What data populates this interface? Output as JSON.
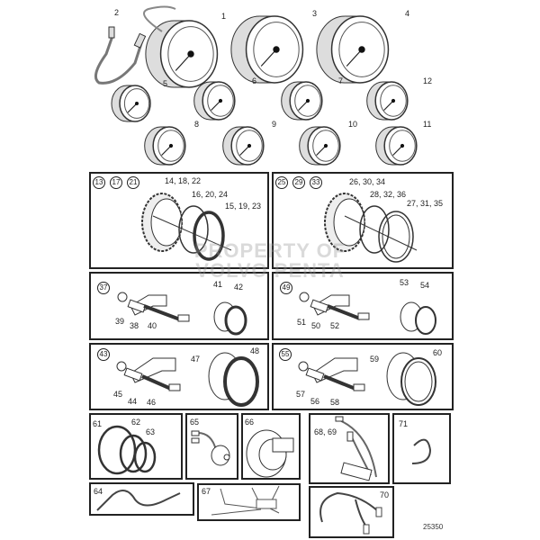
{
  "title": "Instruments exploded parts diagram",
  "gauges": {
    "1": "1",
    "2": "2",
    "3": "3",
    "4": "4",
    "5": "5",
    "6": "6",
    "7": "7",
    "8": "8",
    "9": "9",
    "10": "10",
    "11": "11",
    "12": "12"
  },
  "boxes": {
    "bezel_a": {
      "groups": [
        "13",
        "17",
        "21"
      ],
      "parts": [
        "14, 18, 22",
        "16, 20, 24",
        "15, 19, 23"
      ]
    },
    "bezel_b": {
      "groups": [
        "25",
        "29",
        "33"
      ],
      "parts": [
        "26, 30, 34",
        "28, 32, 36",
        "27, 31, 35"
      ]
    },
    "bracket_37": {
      "group": "37",
      "parts": [
        "39",
        "38",
        "40",
        "41",
        "42"
      ]
    },
    "bracket_49": {
      "group": "49",
      "parts": [
        "51",
        "50",
        "52",
        "53",
        "54"
      ]
    },
    "bracket_43": {
      "group": "43",
      "parts": [
        "45",
        "44",
        "46",
        "47",
        "48"
      ]
    },
    "bracket_55": {
      "group": "55",
      "parts": [
        "57",
        "56",
        "58",
        "59",
        "60"
      ]
    },
    "rings": {
      "parts": [
        "61",
        "62",
        "63"
      ]
    },
    "buzzer": {
      "part": "65"
    },
    "sender": {
      "part": "66"
    },
    "adapter": {
      "part": "68, 69"
    },
    "cable_71": {
      "part": "71"
    },
    "cable_64": {
      "part": "64"
    },
    "harness_67": {
      "part": "67"
    },
    "cable_70": {
      "part": "70"
    }
  },
  "watermark": [
    "PROPERTY OF",
    "VOLVO PENTA"
  ],
  "reference_number": "25350"
}
